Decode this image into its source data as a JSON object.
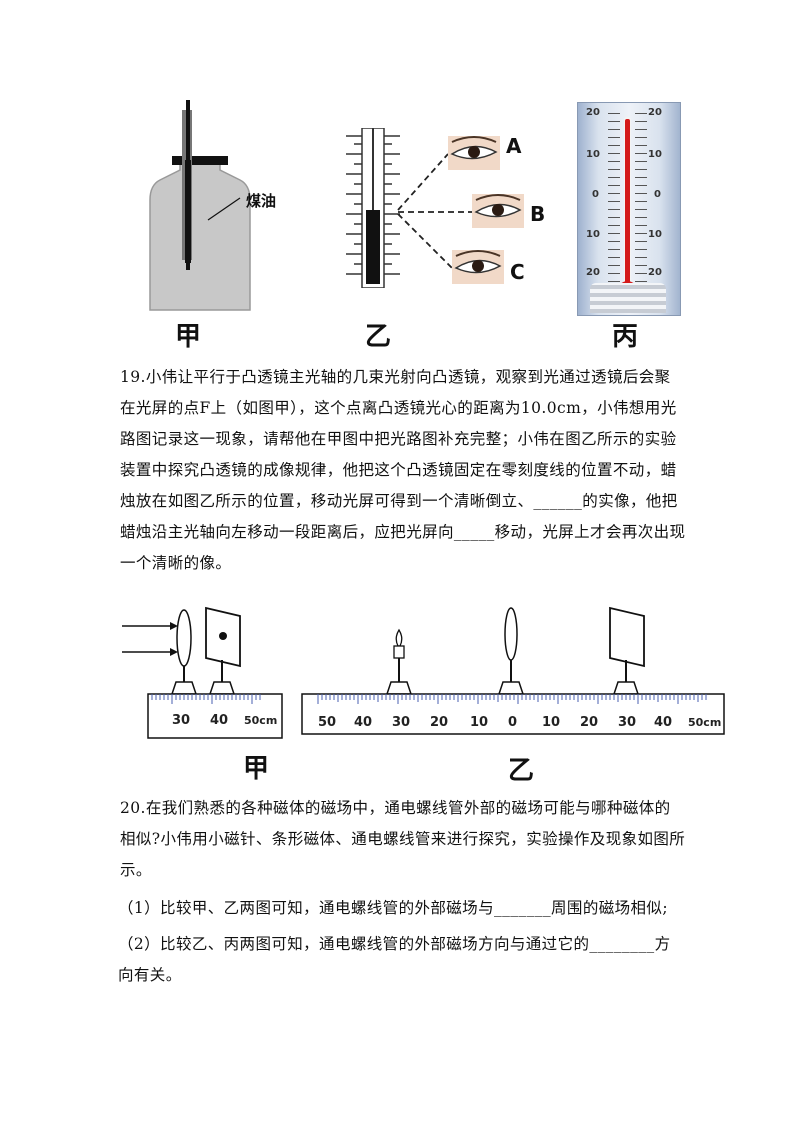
{
  "figures_top": {
    "jia_label": "甲",
    "yi_label": "乙",
    "bing_label": "丙",
    "kerosene_label": "煤油",
    "eye_labels": [
      "A",
      "B",
      "C"
    ],
    "thermo_numbers_left": [
      "20",
      "10",
      "0",
      "10",
      "20"
    ],
    "thermo_numbers_right": [
      "20",
      "10",
      "0",
      "10",
      "20"
    ]
  },
  "q19": {
    "text": "19.小伟让平行于凸透镜主光轴的几束光射向凸透镜，观察到光通过透镜后会聚在光屏的点F上（如图甲），这个点离凸透镜光心的距离为10.0cm，小伟想用光路图记录这一现象，请帮他在甲图中把光路图补充完整；小伟在图乙所示的实验装置中探究凸透镜的成像规律，他把这个凸透镜固定在零刻度线的位置不动，蜡烛放在如图乙所示的位置，移动光屏可得到一个清晰倒立、______的实像，他把蜡烛沿主光轴向左移动一段距离后，应把光屏向_____移动，光屏上才会再次出现一个清晰的像。"
  },
  "figures_mid": {
    "jia_label": "甲",
    "yi_label": "乙",
    "ruler_jia_numbers": [
      "30",
      "40",
      "50cm"
    ],
    "ruler_yi_numbers": [
      "50",
      "40",
      "30",
      "20",
      "10",
      "0",
      "10",
      "20",
      "30",
      "40",
      "50cm"
    ]
  },
  "q20": {
    "intro": "20.在我们熟悉的各种磁体的磁场中，通电螺线管外部的磁场可能与哪种磁体的相似?小伟用小磁针、条形磁体、通电螺线管来进行探究，实验操作及现象如图所示。",
    "item1": "（1）比较甲、乙两图可知，通电螺线管的外部磁场与_______周围的磁场相似;",
    "item2": "（2）比较乙、丙两图可知，通电螺线管的外部磁场方向与通过它的________方向有关。"
  }
}
